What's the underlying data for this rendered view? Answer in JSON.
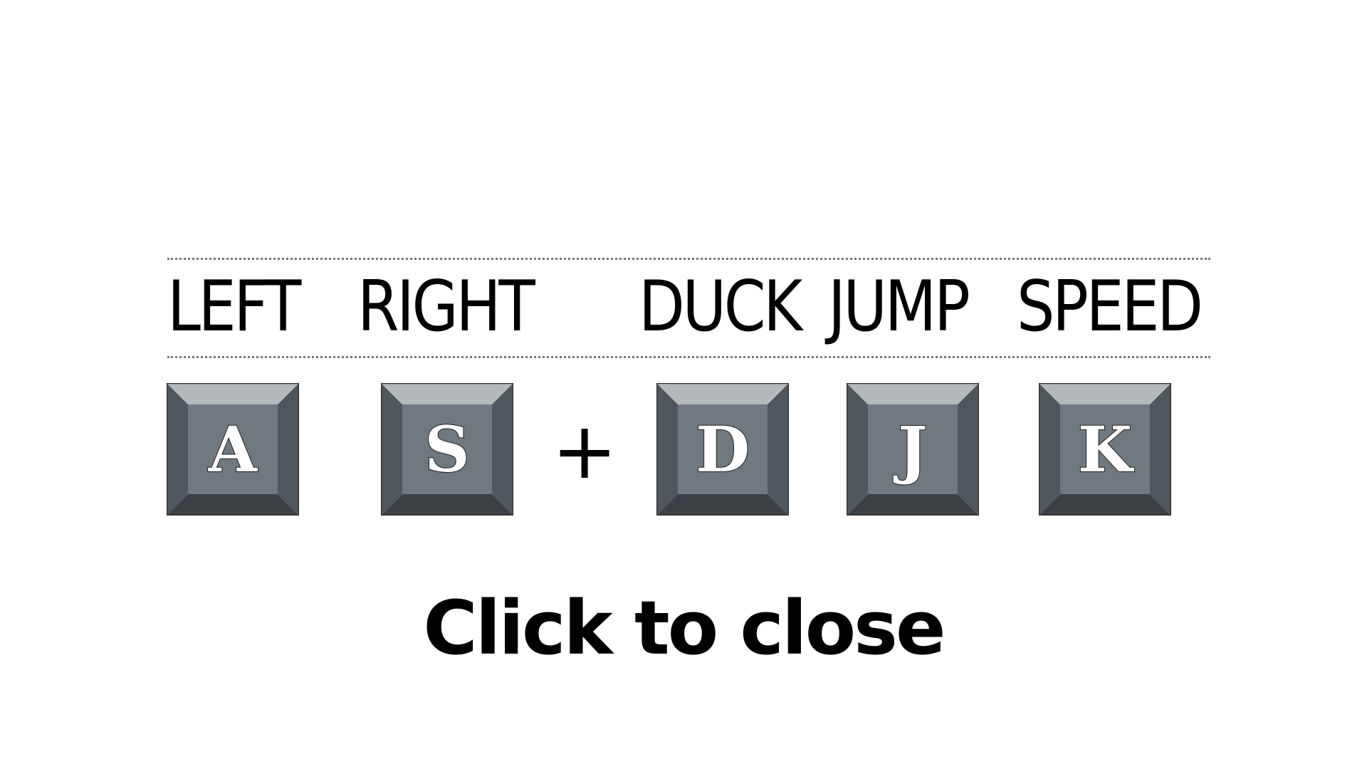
{
  "labels": {
    "left": "LEFT",
    "right": "RIGHT",
    "duck": "DUCK",
    "jump": "JUMP",
    "speed": "SPEED"
  },
  "keys": {
    "left": "A",
    "right": "S",
    "duck": "D",
    "jump": "J",
    "speed": "K"
  },
  "combo_separator": "+",
  "close_prompt": "Click to close",
  "colors": {
    "key_face": "#6f797f",
    "key_bevel_top": "#b4b9bc",
    "key_bevel_side": "#4f575d",
    "key_bevel_bottom": "#3b4144"
  }
}
